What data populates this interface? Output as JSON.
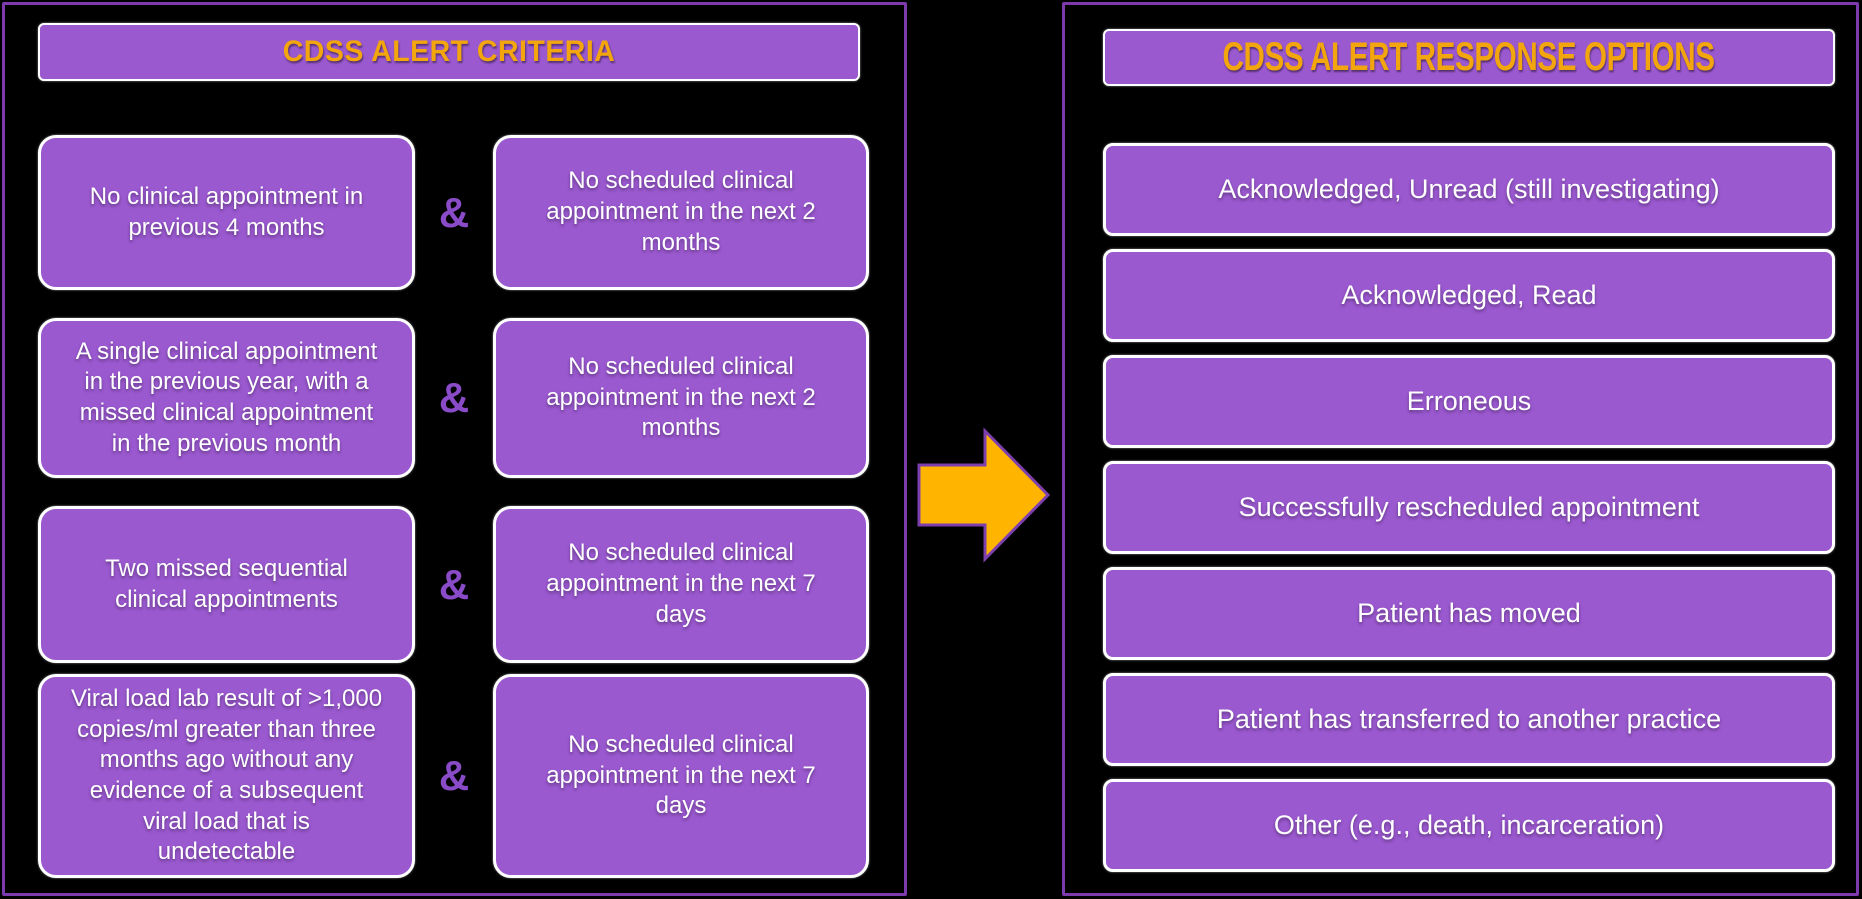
{
  "colors": {
    "background": "#000000",
    "panel_border": "#7C3AAD",
    "box_fill": "#9B59D0",
    "box_border": "#FFFFFF",
    "title_text": "#F2A50C",
    "body_text": "#FFFFFF",
    "ampersand": "#8A4BC8",
    "arrow_fill": "#FFB400",
    "arrow_outline": "#7D3FAD"
  },
  "left_panel": {
    "title": "CDSS ALERT CRITERIA",
    "rows": [
      {
        "criterion": "No clinical appointment in\nprevious 4 months",
        "connector": "&",
        "schedule": "No scheduled clinical\nappointment in the next 2\nmonths"
      },
      {
        "criterion": "A single clinical appointment\nin the previous year, with a\nmissed clinical appointment\nin the previous month",
        "connector": "&",
        "schedule": "No scheduled clinical\nappointment in the next 2\nmonths"
      },
      {
        "criterion": "Two missed sequential\nclinical appointments",
        "connector": "&",
        "schedule": "No scheduled clinical\nappointment in the next 7\ndays"
      },
      {
        "criterion": "Viral load lab result of >1,000\ncopies/ml greater than three\nmonths ago without any\nevidence of a subsequent\nviral load that is\nundetectable",
        "connector": "&",
        "schedule": "No scheduled clinical\nappointment in the next 7\ndays"
      }
    ]
  },
  "arrow": {
    "icon": "right-arrow",
    "direction": "right"
  },
  "right_panel": {
    "title": "CDSS ALERT RESPONSE OPTIONS",
    "options": [
      "Acknowledged, Unread (still investigating)",
      "Acknowledged, Read",
      "Erroneous",
      "Successfully rescheduled appointment",
      "Patient has moved",
      "Patient has transferred to another practice",
      "Other (e.g., death, incarceration)"
    ]
  }
}
